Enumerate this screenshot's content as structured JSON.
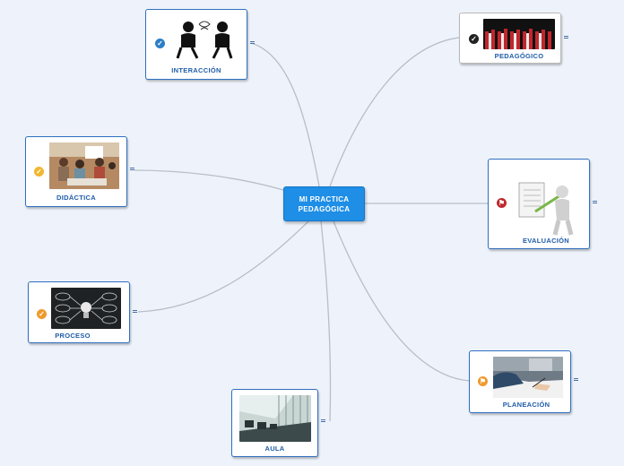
{
  "central": {
    "title": "MI PRACTICA PEDAGÓGICA"
  },
  "topics": {
    "interaccion": "INTERACCIÓN",
    "pedagogico": "PEDAGÓGICO",
    "didactica": "DIDÁCTICA",
    "evaluacion": "EVALUACIÓN",
    "proceso": "PROCESO",
    "planeacion": "PLANEACIÓN",
    "aula": "AULA"
  },
  "colors": {
    "central_fill": "#1e8ee6",
    "node_border": "#2f6fc0",
    "label_text": "#1f5da8",
    "link": "#b7bec8",
    "background": "#eef3fb"
  },
  "icons": {
    "interaccion": "check-icon",
    "pedagogico": "check-icon",
    "didactica": "check-icon",
    "evaluacion": "flag-icon",
    "proceso": "check-icon",
    "planeacion": "flag-icon"
  }
}
